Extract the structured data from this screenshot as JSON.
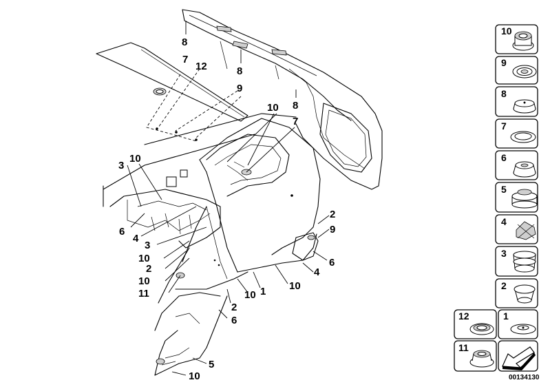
{
  "diagram": {
    "document_number": "00134130",
    "callouts": [
      {
        "id": "c8a",
        "label": "8"
      },
      {
        "id": "c7a",
        "label": "7"
      },
      {
        "id": "c12a",
        "label": "12"
      },
      {
        "id": "c8b",
        "label": "8"
      },
      {
        "id": "c9a",
        "label": "9"
      },
      {
        "id": "c10a",
        "label": "10"
      },
      {
        "id": "c8c",
        "label": "8"
      },
      {
        "id": "c7b",
        "label": "7"
      },
      {
        "id": "c3a",
        "label": "3"
      },
      {
        "id": "c10b",
        "label": "10"
      },
      {
        "id": "c6a",
        "label": "6"
      },
      {
        "id": "c4a",
        "label": "4"
      },
      {
        "id": "c3b",
        "label": "3"
      },
      {
        "id": "c10c",
        "label": "10"
      },
      {
        "id": "c2a",
        "label": "2"
      },
      {
        "id": "c10d",
        "label": "10"
      },
      {
        "id": "c11a",
        "label": "11"
      },
      {
        "id": "c2b",
        "label": "2"
      },
      {
        "id": "c9b",
        "label": "9"
      },
      {
        "id": "c6b",
        "label": "6"
      },
      {
        "id": "c4b",
        "label": "4"
      },
      {
        "id": "c10e",
        "label": "10"
      },
      {
        "id": "c1a",
        "label": "1"
      },
      {
        "id": "c10f",
        "label": "10"
      },
      {
        "id": "c2c",
        "label": "2"
      },
      {
        "id": "c6c",
        "label": "6"
      },
      {
        "id": "c5a",
        "label": "5"
      },
      {
        "id": "c10g",
        "label": "10"
      }
    ],
    "legend_right": [
      {
        "number": "10",
        "icon": "grommet-10-icon"
      },
      {
        "number": "9",
        "icon": "grommet-9-icon"
      },
      {
        "number": "8",
        "icon": "grommet-8-icon"
      },
      {
        "number": "7",
        "icon": "grommet-7-icon"
      },
      {
        "number": "6",
        "icon": "grommet-6-icon"
      },
      {
        "number": "5",
        "icon": "grommet-5-icon"
      },
      {
        "number": "4",
        "icon": "grommet-4-icon"
      },
      {
        "number": "3",
        "icon": "grommet-3-icon"
      },
      {
        "number": "2",
        "icon": "grommet-2-icon"
      }
    ],
    "legend_bottom": [
      {
        "number": "12",
        "icon": "grommet-12-icon"
      },
      {
        "number": "1",
        "icon": "grommet-1-icon"
      },
      {
        "number": "11",
        "icon": "grommet-11-icon"
      },
      {
        "number": "",
        "icon": "arrow-symbol-icon"
      }
    ]
  }
}
